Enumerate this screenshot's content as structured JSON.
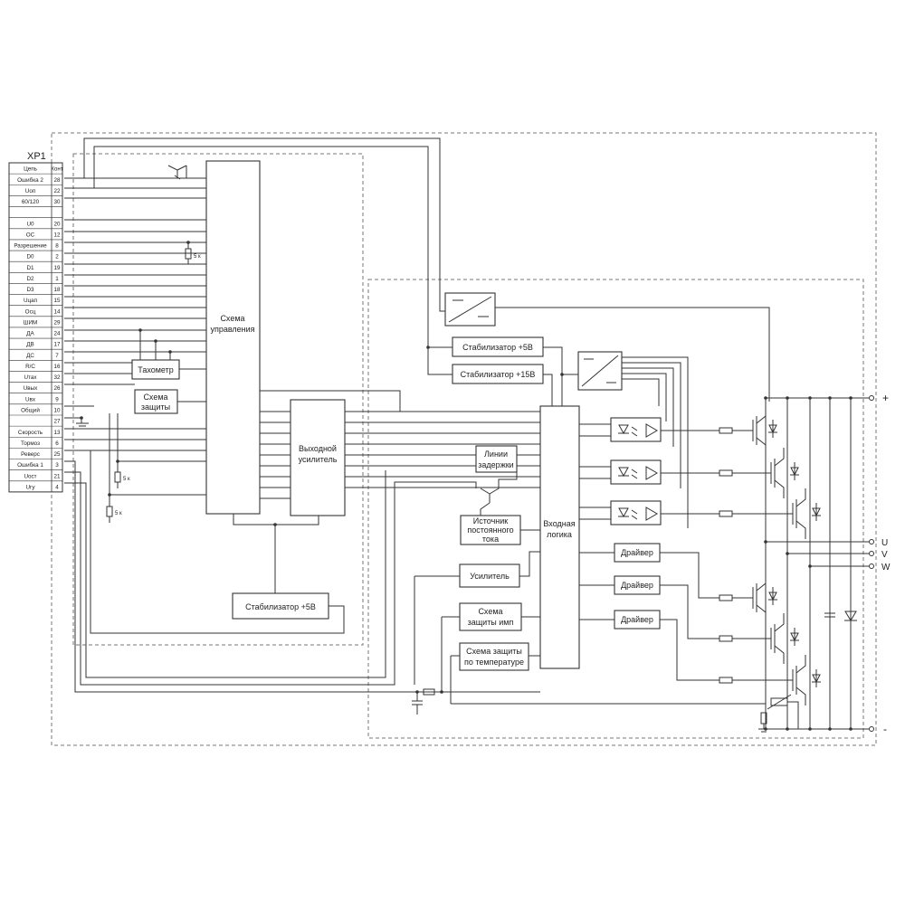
{
  "connector": {
    "title": "XP1",
    "header": [
      "Цепь",
      "Конт"
    ],
    "rows": [
      [
        "Ошибка 2",
        "28"
      ],
      [
        "Uоп",
        "22"
      ],
      [
        "60/120",
        "30"
      ],
      [
        "",
        ""
      ],
      [
        "U0",
        "20"
      ],
      [
        "ОС",
        "12"
      ],
      [
        "Разрешение",
        "8"
      ],
      [
        "D0",
        "2"
      ],
      [
        "D1",
        "19"
      ],
      [
        "D2",
        "1"
      ],
      [
        "D3",
        "18"
      ],
      [
        "Uцап",
        "15"
      ],
      [
        "Осц",
        "14"
      ],
      [
        "ШИМ",
        "29"
      ],
      [
        "ДА",
        "24"
      ],
      [
        "ДВ",
        "17"
      ],
      [
        "ДС",
        "7"
      ],
      [
        "R/C",
        "16"
      ],
      [
        "Uтах",
        "32"
      ],
      [
        "Uвых",
        "26"
      ],
      [
        "Uвх",
        "9"
      ],
      [
        "Общий",
        "10"
      ],
      [
        "",
        "27"
      ],
      [
        "Скорость",
        "13"
      ],
      [
        "Тормоз",
        "6"
      ],
      [
        "Реверс",
        "25"
      ],
      [
        "Ошибка 1",
        "3"
      ],
      [
        "Uост",
        "21"
      ],
      [
        "Uгу",
        "4"
      ]
    ]
  },
  "blocks": {
    "control": [
      "Схема",
      "управления"
    ],
    "tachometer": "Тахометр",
    "protection": [
      "Схема",
      "защиты"
    ],
    "output_amp": [
      "Выходной",
      "усилитель"
    ],
    "stab5_lower": "Стабилизатор +5В",
    "stab5": "Стабилизатор +5В",
    "stab15": "Стабилизатор +15В",
    "delay": [
      "Линии",
      "задержки"
    ],
    "current_source": [
      "Источник",
      "постоянного",
      "тока"
    ],
    "input_logic": [
      "Входная",
      "логика"
    ],
    "amplifier": "Усилитель",
    "imp_protection": [
      "Схема",
      "защиты имп"
    ],
    "temp_protection": [
      "Схема защиты",
      "по температуре"
    ],
    "driver": "Драйвер"
  },
  "labels": {
    "resistor": "5 к",
    "plus": "+",
    "minus": "-",
    "phase_u": "U",
    "phase_v": "V",
    "phase_w": "W"
  }
}
